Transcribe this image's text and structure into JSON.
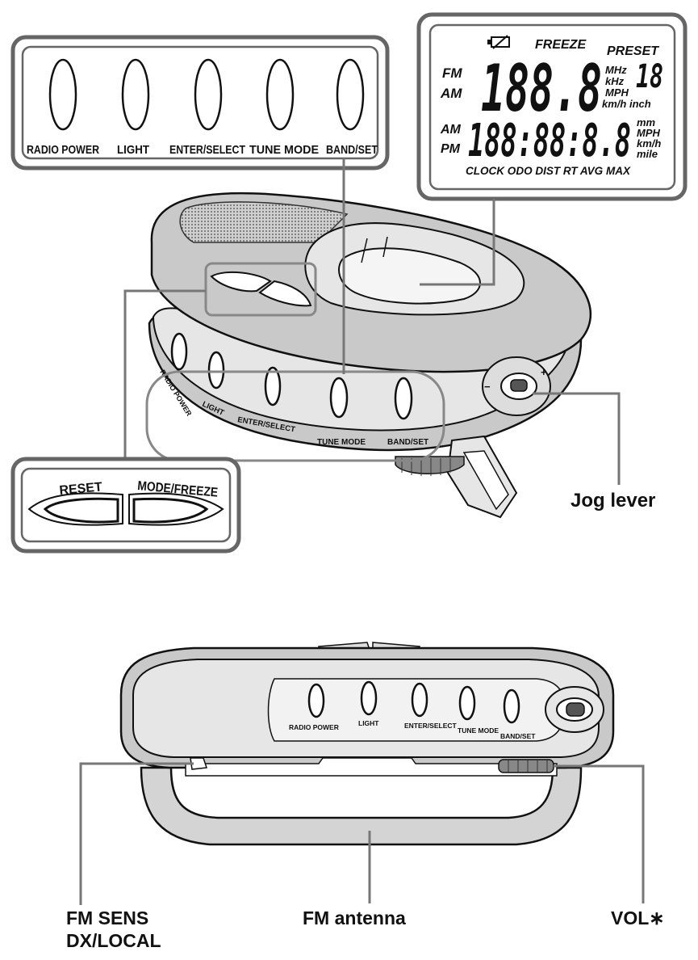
{
  "top_buttons": {
    "radio_power": "RADIO POWER",
    "light": "LIGHT",
    "enter_select": "ENTER/SELECT",
    "tune_mode": "TUNE MODE",
    "band_set": "BAND/SET"
  },
  "lcd": {
    "freeze": "FREEZE",
    "preset": "PRESET",
    "fm": "FM",
    "am": "AM",
    "freq_digits": "188.8",
    "preset_digits": "18",
    "mhz": "MHz",
    "khz": "kHz",
    "mph": "MPH",
    "kmh_inch": "km/h inch",
    "am2": "AM",
    "pm": "PM",
    "clock_digits": "188:88:8.8",
    "mm": "mm",
    "mph2": "MPH",
    "kmh2": "km/h",
    "mile": "mile",
    "bottom_row": "CLOCK  ODO  DIST  RT  AVG  MAX"
  },
  "reset_box": {
    "reset": "RESET",
    "mode_freeze": "MODE/FREEZE"
  },
  "device_labels": {
    "radio_power": "RADIO POWER",
    "light": "LIGHT",
    "enter_select": "ENTER/SELECT",
    "tune_mode": "TUNE MODE",
    "band_set": "BAND/SET",
    "minus": "−",
    "plus": "+"
  },
  "callouts": {
    "jog_lever": "Jog lever",
    "fm_sens_1": "FM SENS",
    "fm_sens_2": "DX/LOCAL",
    "fm_antenna": "FM antenna",
    "vol": "VOL∗"
  }
}
